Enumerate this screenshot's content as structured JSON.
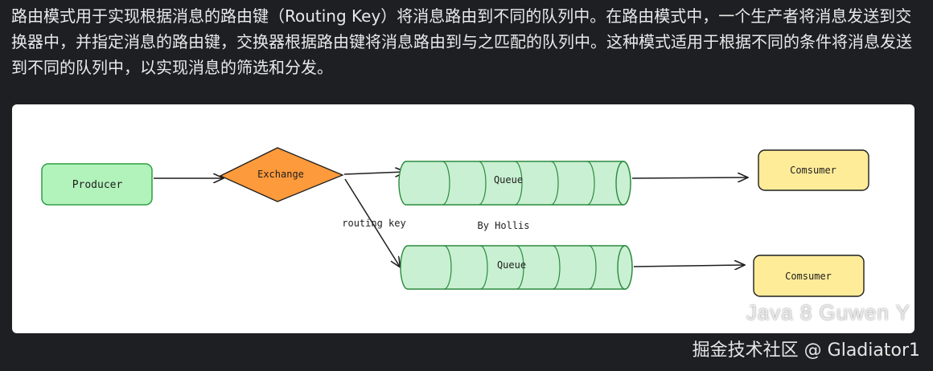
{
  "paragraph": "路由模式用于实现根据消息的路由键（Routing Key）将消息路由到不同的队列中。在路由模式中，一个生产者将消息发送到交换器中，并指定消息的路由键，交换器根据路由键将消息路由到与之匹配的队列中。这种模式适用于根据不同的条件将消息发送到不同的队列中，以实现消息的筛选和分发。",
  "diagram": {
    "producer": "Producer",
    "exchange": "Exchange",
    "routing_key": "routing key",
    "queue_top": "Queue",
    "queue_bottom": "Queue",
    "consumer_top": "Comsumer",
    "consumer_bottom": "Comsumer",
    "author": "By Hollis"
  },
  "colors": {
    "producer_fill": "#b2f2bb",
    "producer_stroke": "#2f9e44",
    "exchange_fill": "#fd9a3c",
    "queue_fill": "#c9f0d2",
    "queue_stroke": "#2b8a3e",
    "consumer_fill": "#ffec99",
    "consumer_stroke": "#1e1e1e"
  },
  "watermarks": {
    "overlay": "Java 8 Guwen Y",
    "site": "掘金技术社区 @ Gladiator1"
  }
}
